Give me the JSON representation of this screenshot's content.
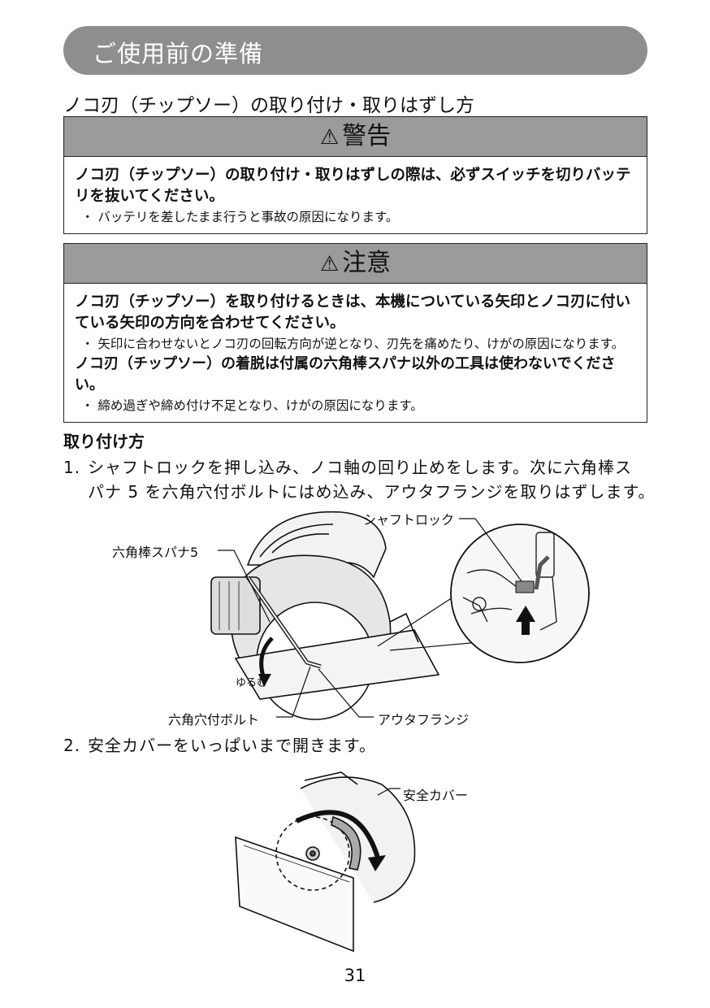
{
  "header": {
    "title": "ご使用前の準備"
  },
  "section_title": "ノコ刃（チップソー）の取り付け・取りはずし方",
  "warning": {
    "heading": "警告",
    "main": "ノコ刃（チップソー）の取り付け・取りはずしの際は、必ずスイッチを切りバッテリを抜いてください。",
    "notes": [
      "・ バッテリを差したまま行うと事故の原因になります。"
    ]
  },
  "caution": {
    "heading": "注意",
    "main1": "ノコ刃（チップソー）を取り付けるときは、本機についている矢印とノコ刃に付いている矢印の方向を合わせてください。",
    "note1": "・ 矢印に合わせないとノコ刃の回転方向が逆となり、刃先を痛めたり、けがの原因になります。",
    "main2": "ノコ刃（チップソー）の着脱は付属の六角棒スパナ以外の工具は使わないでください。",
    "note2": "・ 締め過ぎや締め付け不足となり、けがの原因になります。"
  },
  "install": {
    "heading": "取り付け方",
    "step1": {
      "num": "1.",
      "line1": "シャフトロックを押し込み、ノコ軸の回り止めをします。次に六角棒ス",
      "line2": "パナ 5 を六角穴付ボルトにはめ込み、アウタフランジを取りはずします。"
    },
    "step2": {
      "num": "2.",
      "text": "安全カバーをいっぱいまで開きます。"
    }
  },
  "figure1": {
    "labels": {
      "shaft_lock": "シャフトロック",
      "hex_wrench": "六角棒スパナ5",
      "loosen": "ゆるむ",
      "hex_bolt": "六角穴付ボルト",
      "outer_flange": "アウタフランジ"
    }
  },
  "figure2": {
    "labels": {
      "safety_cover": "安全カバー"
    }
  },
  "page_number": "31"
}
